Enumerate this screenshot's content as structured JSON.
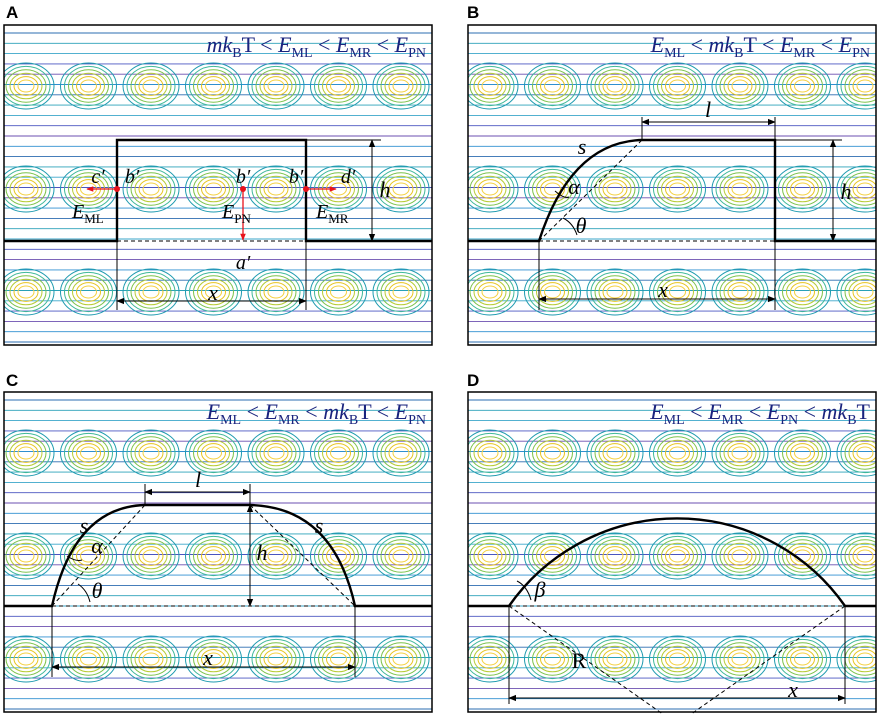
{
  "panels": [
    {
      "id": "A",
      "condition": [
        {
          "t": "mk",
          "i": true
        },
        {
          "t": "B",
          "sub": true
        },
        {
          "t": "T < "
        },
        {
          "t": "E",
          "i": true
        },
        {
          "t": "ML",
          "sub": true
        },
        {
          "t": " < "
        },
        {
          "t": "E",
          "i": true
        },
        {
          "t": "MR",
          "sub": true
        },
        {
          "t": " < "
        },
        {
          "t": "E",
          "i": true
        },
        {
          "t": "PN",
          "sub": true
        }
      ],
      "point_labels": [
        "c′",
        "b′",
        "b′",
        "b′",
        "d′",
        "a′"
      ],
      "energy_labels": {
        "ml": "ML",
        "pn": "PN",
        "mr": "MR",
        "e": "E"
      },
      "dims": {
        "h": "h",
        "x": "x"
      }
    },
    {
      "id": "B",
      "condition": [
        {
          "t": "E",
          "i": true
        },
        {
          "t": "ML",
          "sub": true
        },
        {
          "t": " < "
        },
        {
          "t": "mk",
          "i": true
        },
        {
          "t": "B",
          "sub": true
        },
        {
          "t": "T < "
        },
        {
          "t": "E",
          "i": true
        },
        {
          "t": "MR",
          "sub": true
        },
        {
          "t": " < "
        },
        {
          "t": "E",
          "i": true
        },
        {
          "t": "PN",
          "sub": true
        }
      ],
      "dims": {
        "l": "l",
        "s": "s",
        "alpha": "α",
        "theta": "θ",
        "h": "h",
        "x": "x"
      }
    },
    {
      "id": "C",
      "condition": [
        {
          "t": "E",
          "i": true
        },
        {
          "t": "ML",
          "sub": true
        },
        {
          "t": " < "
        },
        {
          "t": "E",
          "i": true
        },
        {
          "t": "MR",
          "sub": true
        },
        {
          "t": " < "
        },
        {
          "t": "mk",
          "i": true
        },
        {
          "t": "B",
          "sub": true
        },
        {
          "t": "T < "
        },
        {
          "t": "E",
          "i": true
        },
        {
          "t": "PN",
          "sub": true
        }
      ],
      "dims": {
        "l": "l",
        "s": "s",
        "alpha": "α",
        "theta": "θ",
        "h": "h",
        "x": "x"
      }
    },
    {
      "id": "D",
      "condition": [
        {
          "t": "E",
          "i": true
        },
        {
          "t": "ML",
          "sub": true
        },
        {
          "t": " < "
        },
        {
          "t": "E",
          "i": true
        },
        {
          "t": "MR",
          "sub": true
        },
        {
          "t": " < "
        },
        {
          "t": "E",
          "i": true
        },
        {
          "t": "PN",
          "sub": true
        },
        {
          "t": " < "
        },
        {
          "t": "mk",
          "i": true
        },
        {
          "t": "B",
          "sub": true
        },
        {
          "t": "T"
        }
      ],
      "dims": {
        "beta": "β",
        "R": "R",
        "x": "x"
      }
    }
  ],
  "colors": {
    "frame": "#000000",
    "contour_lines": [
      "#1f77b4",
      "#2aa7b8",
      "#3fb8a0",
      "#9ec93a",
      "#f0c419",
      "#7b52ab",
      "#4a6fd0"
    ],
    "marker": "#e8121b",
    "condition_text": "#1a237e"
  }
}
